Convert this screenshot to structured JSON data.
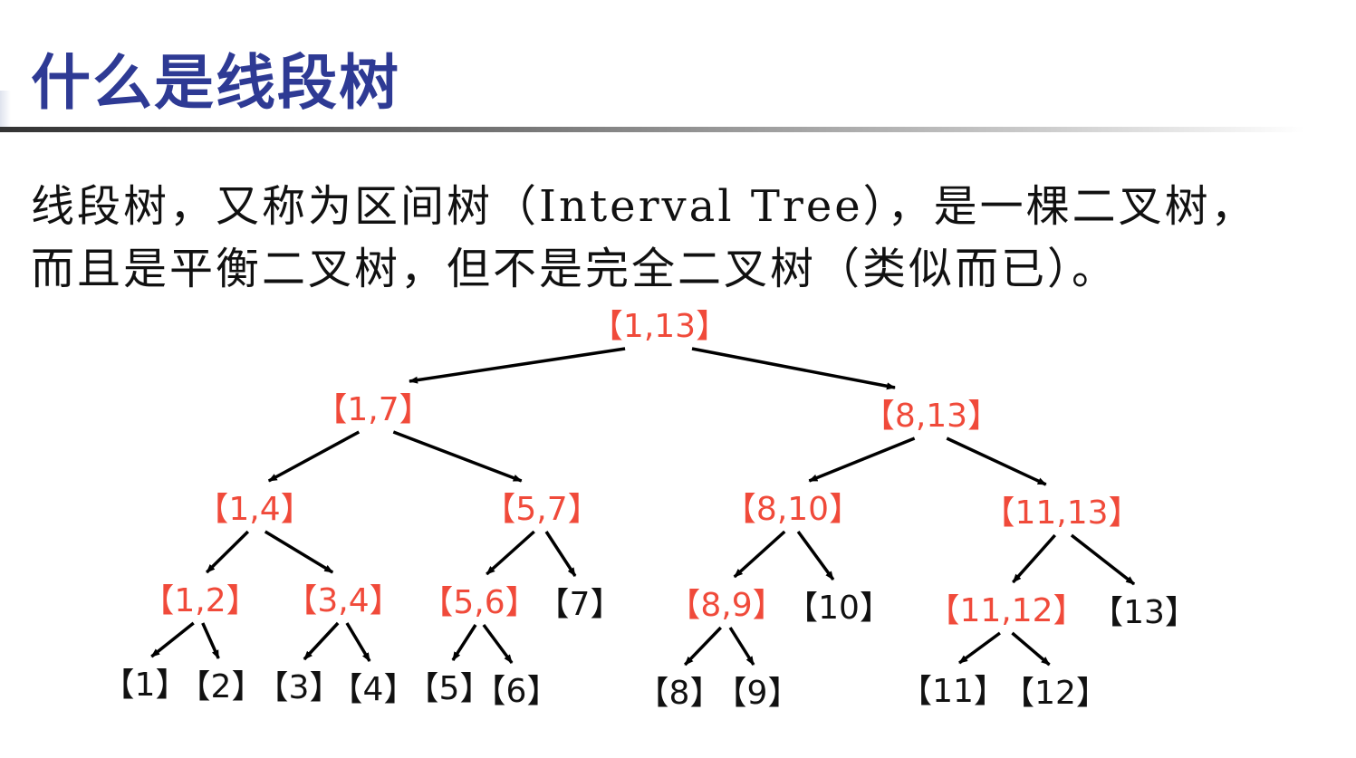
{
  "slide": {
    "title": "什么是线段树",
    "lines": [
      "线段树，又称为区间树（Interval Tree），是一棵二叉树，",
      "而且是平衡二叉树，但不是完全二叉树（类似而已）。"
    ]
  },
  "colors": {
    "title": "#2e3a94",
    "internal_node": "#f04a3a",
    "leaf_node": "#111111"
  },
  "tree": {
    "nodes": [
      {
        "id": "1-13",
        "label": "【1,13】",
        "kind": "internal"
      },
      {
        "id": "1-7",
        "label": "【1,7】",
        "kind": "internal"
      },
      {
        "id": "8-13",
        "label": "【8,13】",
        "kind": "internal"
      },
      {
        "id": "1-4",
        "label": "【1,4】",
        "kind": "internal"
      },
      {
        "id": "5-7",
        "label": "【5,7】",
        "kind": "internal"
      },
      {
        "id": "8-10",
        "label": "【8,10】",
        "kind": "internal"
      },
      {
        "id": "11-13",
        "label": "【11,13】",
        "kind": "internal"
      },
      {
        "id": "1-2",
        "label": "【1,2】",
        "kind": "internal"
      },
      {
        "id": "3-4",
        "label": "【3,4】",
        "kind": "internal"
      },
      {
        "id": "5-6",
        "label": "【5,6】",
        "kind": "internal"
      },
      {
        "id": "7",
        "label": "【7】",
        "kind": "leaf"
      },
      {
        "id": "8-9",
        "label": "【8,9】",
        "kind": "internal"
      },
      {
        "id": "10",
        "label": "【10】",
        "kind": "leaf"
      },
      {
        "id": "11-12",
        "label": "【11,12】",
        "kind": "internal"
      },
      {
        "id": "13",
        "label": "【13】",
        "kind": "leaf"
      },
      {
        "id": "1",
        "label": "【1】",
        "kind": "leaf"
      },
      {
        "id": "2",
        "label": "【2】",
        "kind": "leaf"
      },
      {
        "id": "3",
        "label": "【3】",
        "kind": "leaf"
      },
      {
        "id": "4",
        "label": "【4】",
        "kind": "leaf"
      },
      {
        "id": "5",
        "label": "【5】",
        "kind": "leaf"
      },
      {
        "id": "6",
        "label": "【6】",
        "kind": "leaf"
      },
      {
        "id": "8",
        "label": "【8】",
        "kind": "leaf"
      },
      {
        "id": "9",
        "label": "【9】",
        "kind": "leaf"
      },
      {
        "id": "11",
        "label": "【11】",
        "kind": "leaf"
      },
      {
        "id": "12",
        "label": "【12】",
        "kind": "leaf"
      }
    ],
    "edges": [
      [
        "1-13",
        "1-7"
      ],
      [
        "1-13",
        "8-13"
      ],
      [
        "1-7",
        "1-4"
      ],
      [
        "1-7",
        "5-7"
      ],
      [
        "8-13",
        "8-10"
      ],
      [
        "8-13",
        "11-13"
      ],
      [
        "1-4",
        "1-2"
      ],
      [
        "1-4",
        "3-4"
      ],
      [
        "5-7",
        "5-6"
      ],
      [
        "5-7",
        "7"
      ],
      [
        "8-10",
        "8-9"
      ],
      [
        "8-10",
        "10"
      ],
      [
        "11-13",
        "11-12"
      ],
      [
        "11-13",
        "13"
      ],
      [
        "1-2",
        "1"
      ],
      [
        "1-2",
        "2"
      ],
      [
        "3-4",
        "3"
      ],
      [
        "3-4",
        "4"
      ],
      [
        "5-6",
        "5"
      ],
      [
        "5-6",
        "6"
      ],
      [
        "8-9",
        "8"
      ],
      [
        "8-9",
        "9"
      ],
      [
        "11-12",
        "11"
      ],
      [
        "11-12",
        "12"
      ]
    ]
  }
}
